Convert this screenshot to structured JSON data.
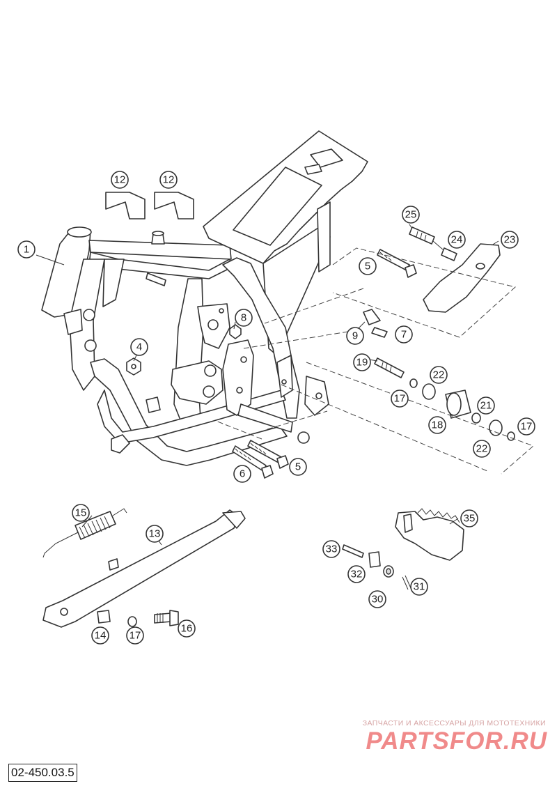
{
  "diagram": {
    "callouts": [
      {
        "id": "c1",
        "label": "1"
      },
      {
        "id": "c4",
        "label": "4"
      },
      {
        "id": "c5a",
        "label": "5"
      },
      {
        "id": "c5b",
        "label": "5"
      },
      {
        "id": "c6",
        "label": "6"
      },
      {
        "id": "c7",
        "label": "7"
      },
      {
        "id": "c8",
        "label": "8"
      },
      {
        "id": "c9",
        "label": "9"
      },
      {
        "id": "c12a",
        "label": "12"
      },
      {
        "id": "c12b",
        "label": "12"
      },
      {
        "id": "c13",
        "label": "13"
      },
      {
        "id": "c14",
        "label": "14"
      },
      {
        "id": "c15",
        "label": "15"
      },
      {
        "id": "c16",
        "label": "16"
      },
      {
        "id": "c17a",
        "label": "17"
      },
      {
        "id": "c17b",
        "label": "17"
      },
      {
        "id": "c17c",
        "label": "17"
      },
      {
        "id": "c18",
        "label": "18"
      },
      {
        "id": "c19",
        "label": "19"
      },
      {
        "id": "c21",
        "label": "21"
      },
      {
        "id": "c22a",
        "label": "22"
      },
      {
        "id": "c22b",
        "label": "22"
      },
      {
        "id": "c23",
        "label": "23"
      },
      {
        "id": "c24",
        "label": "24"
      },
      {
        "id": "c25",
        "label": "25"
      },
      {
        "id": "c30",
        "label": "30"
      },
      {
        "id": "c31",
        "label": "31"
      },
      {
        "id": "c32",
        "label": "32"
      },
      {
        "id": "c33",
        "label": "33"
      },
      {
        "id": "c35",
        "label": "35"
      }
    ]
  },
  "watermark": {
    "subtitle": "ЗАПЧАСТИ И АКСЕССУАРЫ ДЛЯ МОТОТЕХНИКИ",
    "brand": "PARTSFOR.RU",
    "color": "#f08a8a"
  },
  "drawing_number": "02-450.03.5"
}
